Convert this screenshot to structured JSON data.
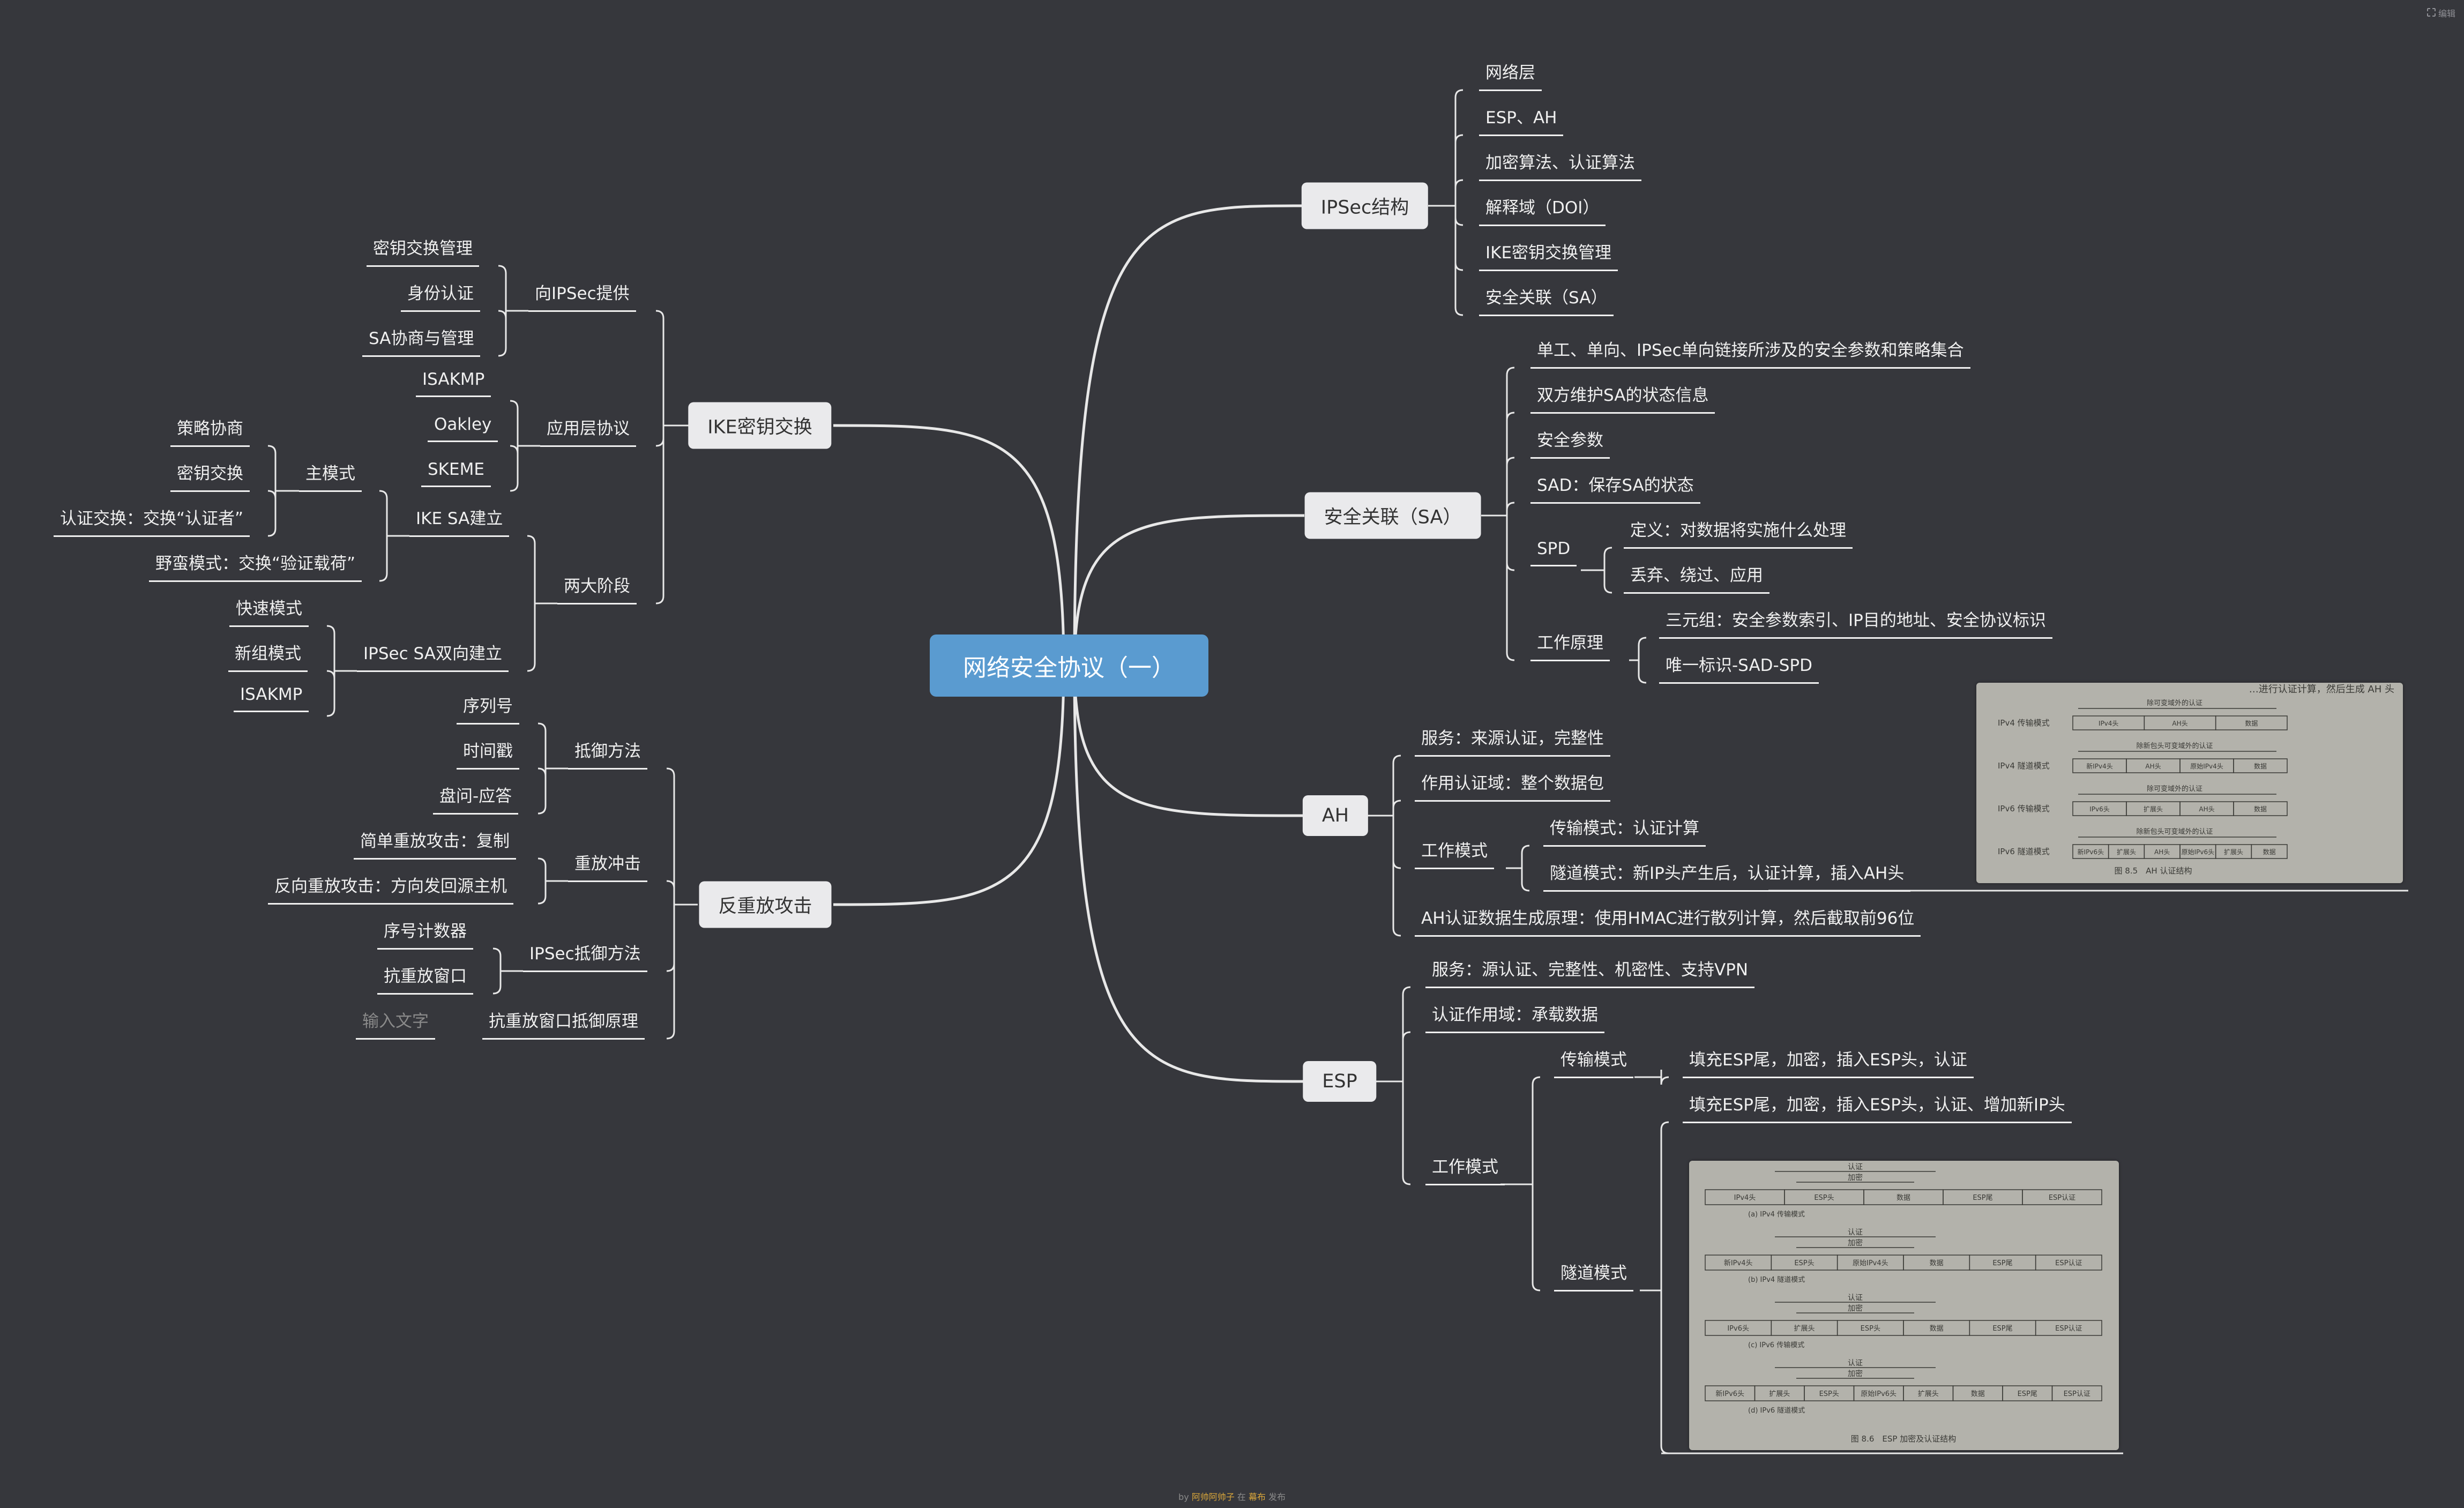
{
  "root": "网络安全协议（一）",
  "topright_label": "编辑",
  "footer": {
    "prefix": "by ",
    "author": "阿帅阿帅子",
    "mid": " 在 ",
    "tool": "幕布",
    "suffix": " 发布"
  },
  "ipsec": {
    "label": "IPSec结构",
    "children": [
      "网络层",
      "ESP、AH",
      "加密算法、认证算法",
      "解释域（DOI）",
      "IKE密钥交换管理",
      "安全关联（SA）"
    ]
  },
  "sa": {
    "label": "安全关联（SA）",
    "c1": "单工、单向、IPSec单向链接所涉及的安全参数和策略集合",
    "c2": "双方维护SA的状态信息",
    "c3": "安全参数",
    "c4": "SAD：保存SA的状态",
    "spd": {
      "label": "SPD",
      "c1": "定义：对数据将实施什么处理",
      "c2": "丢弃、绕过、应用"
    },
    "work": {
      "label": "工作原理",
      "c1": "三元组：安全参数索引、IP目的地址、安全协议标识",
      "c2": "唯一标识-SAD-SPD"
    }
  },
  "ah": {
    "label": "AH",
    "c1": "服务：来源认证，完整性",
    "c2": "作用认证域：整个数据包",
    "mode": {
      "label": "工作模式",
      "c1": "传输模式：认证计算",
      "c2": "隧道模式：新IP头产生后，认证计算，插入AH头"
    },
    "c4": "AH认证数据生成原理：使用HMAC进行散列计算，然后截取前96位",
    "figure": {
      "top_text": "…进行认证计算，然后生成 AH 头",
      "auth_range": "除可变域外的认证",
      "auth_range_new": "除新包头可变域外的认证",
      "rows": [
        {
          "label": "IPv4 传输模式",
          "cells": [
            "IPv4头",
            "AH头",
            "数据"
          ]
        },
        {
          "label": "IPv4 隧道模式",
          "cells": [
            "新IPv4头",
            "AH头",
            "原始IPv4头",
            "数据"
          ]
        },
        {
          "label": "IPv6 传输模式",
          "cells": [
            "IPv6头",
            "扩展头",
            "AH头",
            "数据"
          ]
        },
        {
          "label": "IPv6 隧道模式",
          "cells": [
            "新IPv6头",
            "扩展头",
            "AH头",
            "原始IPv6头",
            "扩展头",
            "数据"
          ]
        }
      ],
      "caption": "图 8.5　AH 认证结构"
    }
  },
  "esp": {
    "label": "ESP",
    "c1": "服务：源认证、完整性、机密性、支持VPN",
    "c2": "认证作用域：承载数据",
    "mode": {
      "label": "工作模式",
      "transport": {
        "label": "传输模式",
        "c1": "填充ESP尾，加密，插入ESP头，认证"
      },
      "tunnel": {
        "label": "隧道模式",
        "c1": "填充ESP尾，加密，插入ESP头，认证、增加新IP头"
      }
    },
    "figure": {
      "auth": "认证",
      "encrypt": "加密",
      "rows": [
        {
          "sub": "(a) IPv4 传输模式",
          "cells": [
            "IPv4头",
            "ESP头",
            "数据",
            "ESP尾",
            "ESP认证"
          ]
        },
        {
          "sub": "(b) IPv4 隧道模式",
          "cells": [
            "新IPv4头",
            "ESP头",
            "原始IPv4头",
            "数据",
            "ESP尾",
            "ESP认证"
          ]
        },
        {
          "sub": "(c) IPv6 传输模式",
          "cells": [
            "IPv6头",
            "扩展头",
            "ESP头",
            "数据",
            "ESP尾",
            "ESP认证"
          ]
        },
        {
          "sub": "(d) IPv6 隧道模式",
          "cells": [
            "新IPv6头",
            "扩展头",
            "ESP头",
            "原始IPv6头",
            "扩展头",
            "数据",
            "ESP尾",
            "ESP认证"
          ]
        }
      ],
      "caption": "图 8.6　ESP 加密及认证结构"
    }
  },
  "ike": {
    "label": "IKE密钥交换",
    "provide": {
      "label": "向IPSec提供",
      "children": [
        "密钥交换管理",
        "身份认证",
        "SA协商与管理"
      ]
    },
    "app": {
      "label": "应用层协议",
      "children": [
        "ISAKMP",
        "Oakley",
        "SKEME"
      ]
    },
    "phase": {
      "label": "两大阶段",
      "ikesa": {
        "label": "IKE SA建立",
        "main": {
          "label": "主模式",
          "children": [
            "策略协商",
            "密钥交换",
            "认证交换：交换“认证者”"
          ]
        },
        "aggressive": "野蛮模式：交换“验证载荷”"
      },
      "ipsecsa": {
        "label": "IPSec SA双向建立",
        "children": [
          "快速模式",
          "新组模式",
          "ISAKMP"
        ]
      }
    }
  },
  "replay": {
    "label": "反重放攻击",
    "defense": {
      "label": "抵御方法",
      "children": [
        "序列号",
        "时间戳",
        "盘问-应答"
      ]
    },
    "impact": {
      "label": "重放冲击",
      "children": [
        "简单重放攻击：复制",
        "反向重放攻击：方向发回源主机"
      ]
    },
    "ipsec_defense": {
      "label": "IPSec抵御方法",
      "children": [
        "序号计数器",
        "抗重放窗口"
      ]
    },
    "window": {
      "label": "抗重放窗口抵御原理",
      "placeholder": "输入文字"
    }
  }
}
